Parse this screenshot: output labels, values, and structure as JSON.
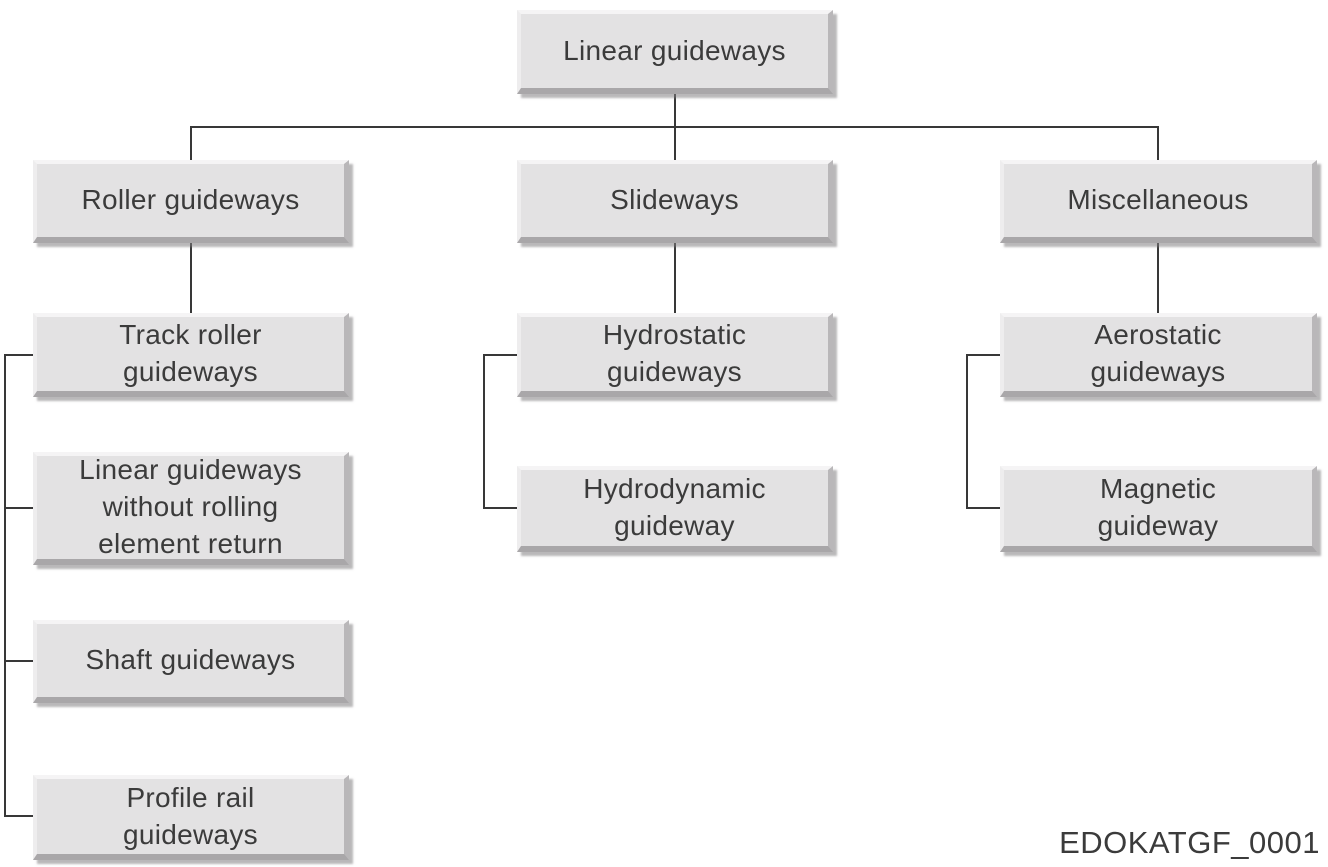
{
  "figure_code": "EDOKATGF_0001",
  "colors": {
    "background": "#ffffff",
    "box_fill": "#e3e2e3",
    "box_bevel_highlight": "#f5f4f5",
    "box_bevel_shadow": "#a9a7a9",
    "connector_line": "#383838",
    "text": "#3b3b3b"
  },
  "tree": {
    "root": {
      "label": "Linear guideways"
    },
    "branches": [
      {
        "label": "Roller guideways",
        "children": [
          {
            "label": "Track roller\nguideways"
          },
          {
            "label": "Linear guideways\nwithout rolling\nelement return"
          },
          {
            "label": "Shaft guideways"
          },
          {
            "label": "Profile rail\nguideways"
          }
        ]
      },
      {
        "label": "Slideways",
        "children": [
          {
            "label": "Hydrostatic\nguideways"
          },
          {
            "label": "Hydrodynamic\nguideway"
          }
        ]
      },
      {
        "label": "Miscellaneous",
        "children": [
          {
            "label": "Aerostatic\nguideways"
          },
          {
            "label": "Magnetic\nguideway"
          }
        ]
      }
    ]
  }
}
